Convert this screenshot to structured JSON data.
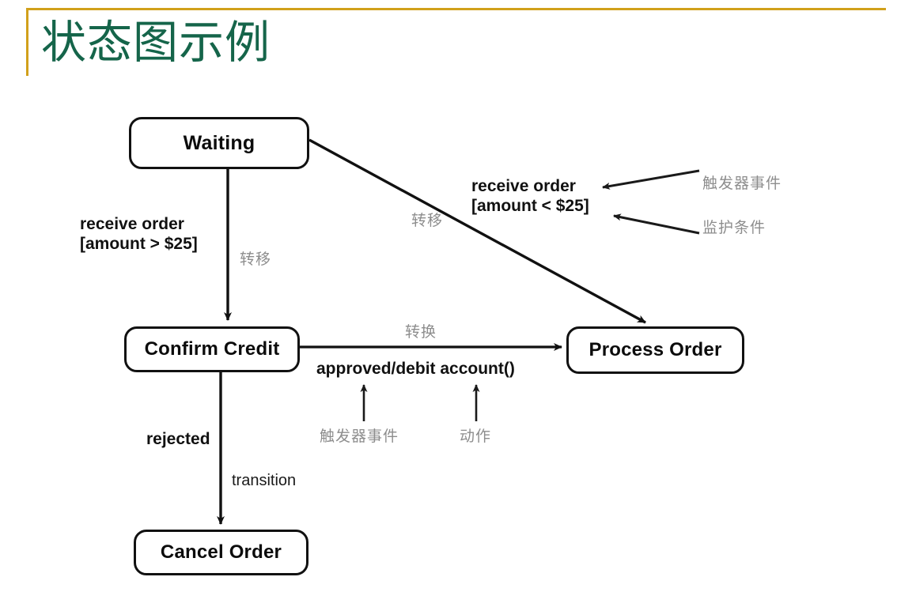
{
  "slide": {
    "title": "状态图示例",
    "accent_color": "#D1A01B",
    "title_color": "#15654A"
  },
  "diagram": {
    "type": "uml-state-machine",
    "states": [
      {
        "id": "waiting",
        "label": "Waiting"
      },
      {
        "id": "confirm_credit",
        "label": "Confirm Credit"
      },
      {
        "id": "process_order",
        "label": "Process Order"
      },
      {
        "id": "cancel_order",
        "label": "Cancel Order"
      }
    ],
    "transitions": [
      {
        "from": "waiting",
        "to": "confirm_credit",
        "trigger": "receive order",
        "guard": "[amount > $25]",
        "label_line1": "receive order",
        "label_line2": "[amount > $25]"
      },
      {
        "from": "waiting",
        "to": "process_order",
        "trigger": "receive order",
        "guard": "[amount < $25]",
        "label_line1": "receive order",
        "label_line2": "[amount < $25]"
      },
      {
        "from": "confirm_credit",
        "to": "process_order",
        "trigger": "approved",
        "action": "debit account()",
        "label": "approved/debit account()"
      },
      {
        "from": "confirm_credit",
        "to": "cancel_order",
        "trigger": "rejected",
        "label": "rejected",
        "sub_label": "transition"
      }
    ],
    "annotations": {
      "transition_cn_1": "转移",
      "transition_cn_2": "转移",
      "conversion_cn": "转换",
      "trigger_event_right": "触发器事件",
      "guard_condition_right": "监护条件",
      "trigger_event_bottom": "触发器事件",
      "action_bottom": "动作",
      "color": "#8d8d8d"
    }
  }
}
